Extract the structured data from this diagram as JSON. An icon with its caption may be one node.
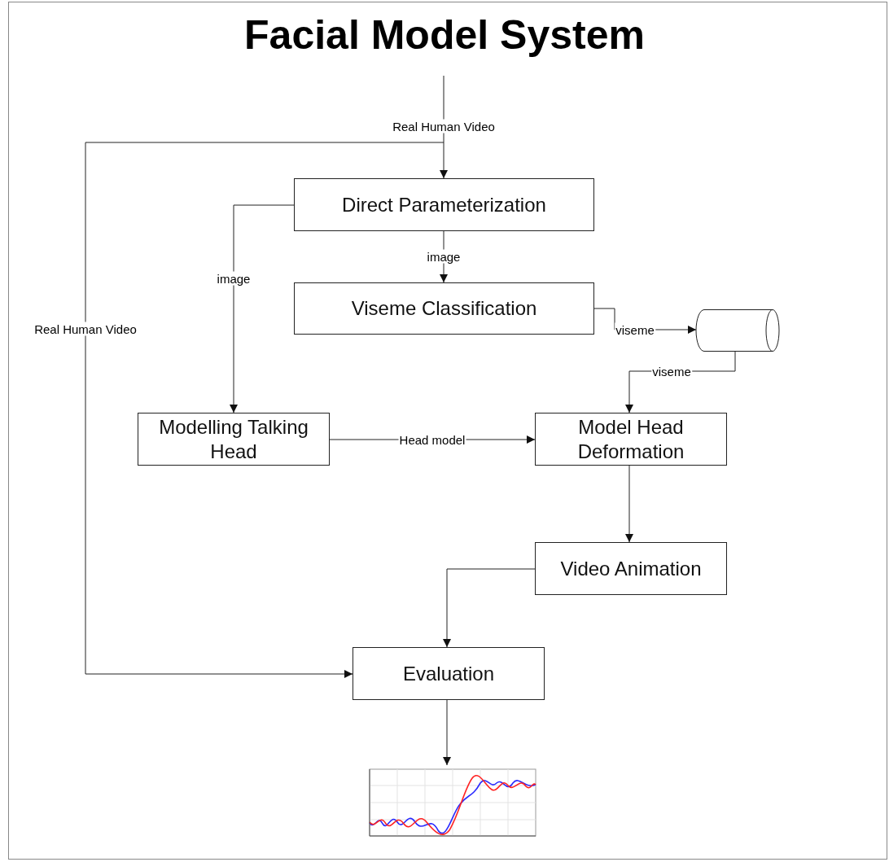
{
  "diagram": {
    "title": "Facial Model System",
    "nodes": [
      {
        "text": [
          "Direct Parameterization"
        ]
      },
      {
        "text": [
          "Viseme Classification"
        ]
      },
      {
        "text": [],
        "shape": "cylinder"
      },
      {
        "text": [
          "Modelling Talking Head"
        ]
      },
      {
        "text": [
          "Model Head Deformation"
        ]
      },
      {
        "text": [
          "Video Animation"
        ]
      },
      {
        "text": [
          "Evaluation"
        ]
      },
      {
        "text": [],
        "shape": "picture"
      }
    ],
    "edges": [
      {
        "from": null,
        "to": 0,
        "arrow": "to",
        "label": "Real Human Video"
      },
      {
        "from": null,
        "to": 6,
        "arrow": "to",
        "label": "Real Human Video"
      },
      {
        "from": 0,
        "to": 1,
        "arrow": "to",
        "label": "image"
      },
      {
        "from": 0,
        "to": 3,
        "arrow": "to",
        "label": "image"
      },
      {
        "from": 1,
        "to": 2,
        "arrow": "to",
        "label": "viseme"
      },
      {
        "from": 2,
        "to": 4,
        "arrow": "to",
        "label": "viseme"
      },
      {
        "from": 3,
        "to": 4,
        "arrow": "to",
        "label": "Head model"
      },
      {
        "from": 4,
        "to": 5,
        "arrow": "to"
      },
      {
        "from": 5,
        "to": 6,
        "arrow": "to"
      },
      {
        "from": 6,
        "to": 7,
        "arrow": "to"
      }
    ]
  }
}
